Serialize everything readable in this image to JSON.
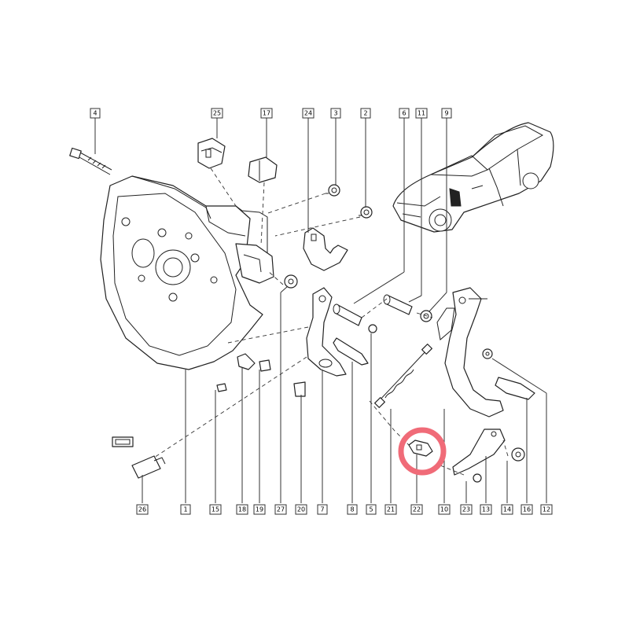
{
  "callouts": [
    {
      "id": "c4",
      "text": "4"
    },
    {
      "id": "c25",
      "text": "25"
    },
    {
      "id": "c17",
      "text": "17"
    },
    {
      "id": "c24",
      "text": "24"
    },
    {
      "id": "c3",
      "text": "3"
    },
    {
      "id": "c2",
      "text": "2"
    },
    {
      "id": "c6",
      "text": "6"
    },
    {
      "id": "c11",
      "text": "11"
    },
    {
      "id": "c9",
      "text": "9"
    },
    {
      "id": "c26",
      "text": "26"
    },
    {
      "id": "c1",
      "text": "1"
    },
    {
      "id": "c15",
      "text": "15"
    },
    {
      "id": "c18",
      "text": "18"
    },
    {
      "id": "c19",
      "text": "19"
    },
    {
      "id": "c27",
      "text": "27"
    },
    {
      "id": "c20",
      "text": "20"
    },
    {
      "id": "c7",
      "text": "7"
    },
    {
      "id": "c8",
      "text": "8"
    },
    {
      "id": "c21",
      "text": "21"
    },
    {
      "id": "c22",
      "text": "22"
    },
    {
      "id": "c10",
      "text": "10"
    },
    {
      "id": "c23",
      "text": "23"
    },
    {
      "id": "c13",
      "text": "13"
    },
    {
      "id": "c14",
      "text": "14"
    },
    {
      "id": "c16",
      "text": "16"
    },
    {
      "id": "c12",
      "text": "12"
    }
  ],
  "highlight": {
    "part": "22",
    "color": "#f06b78"
  },
  "colors": {
    "line": "#222222",
    "background": "#ffffff"
  }
}
